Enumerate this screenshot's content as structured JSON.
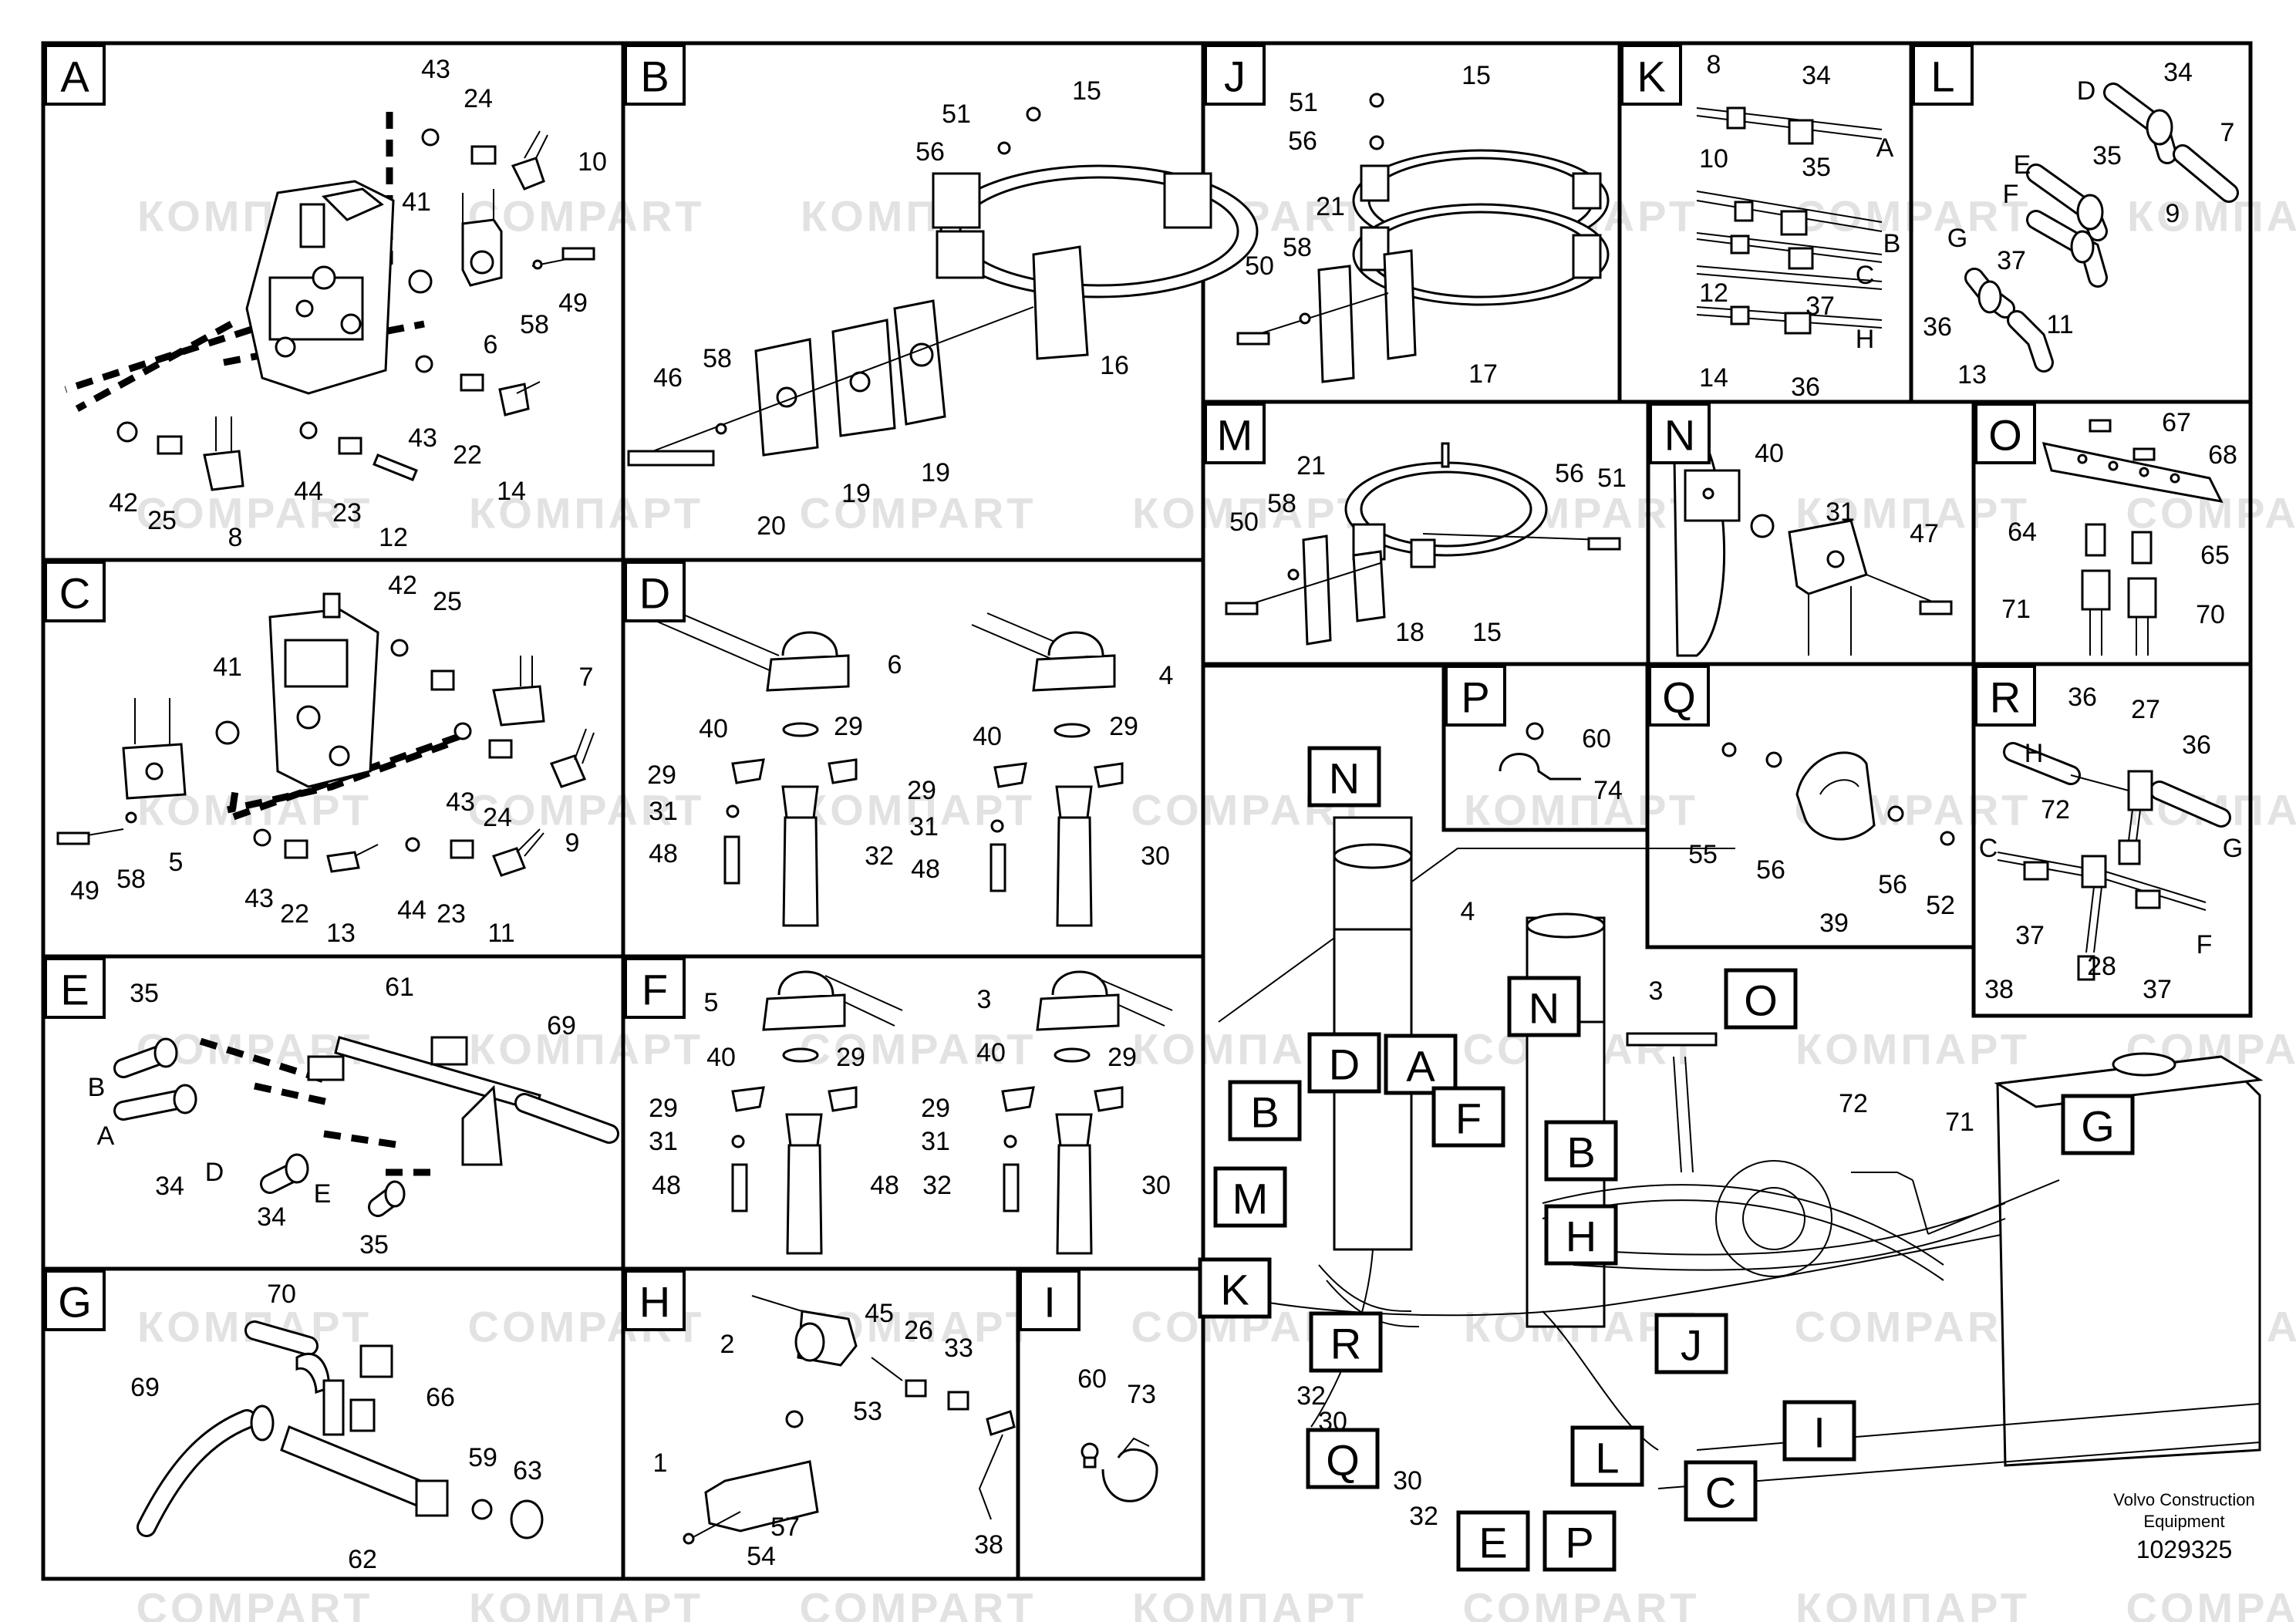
{
  "footer": {
    "maker_line1": "Volvo Construction",
    "maker_line2": "Equipment",
    "part_number": "1029325"
  },
  "watermarks": [
    "COMPART",
    "КОМПАРТ"
  ],
  "panels": [
    {
      "id": "A",
      "callouts": [
        "43",
        "24",
        "10",
        "41",
        "6",
        "58",
        "49",
        "43",
        "22",
        "14",
        "42",
        "25",
        "8",
        "44",
        "23",
        "12"
      ]
    },
    {
      "id": "B",
      "callouts": [
        "51",
        "15",
        "56",
        "46",
        "58",
        "16",
        "20",
        "19",
        "19"
      ]
    },
    {
      "id": "C",
      "callouts": [
        "42",
        "25",
        "41",
        "7",
        "43",
        "24",
        "49",
        "58",
        "5",
        "43",
        "22",
        "13",
        "44",
        "23",
        "11",
        "9"
      ]
    },
    {
      "id": "D",
      "callouts": [
        "6",
        "4",
        "40",
        "29",
        "40",
        "29",
        "29",
        "29",
        "31",
        "31",
        "48",
        "32",
        "48",
        "30"
      ]
    },
    {
      "id": "E",
      "callouts": [
        "35",
        "61",
        "69",
        "B",
        "A",
        "34",
        "D",
        "34",
        "E",
        "35"
      ]
    },
    {
      "id": "F",
      "callouts": [
        "5",
        "3",
        "40",
        "29",
        "40",
        "29",
        "29",
        "29",
        "31",
        "31",
        "48",
        "32",
        "48",
        "30"
      ]
    },
    {
      "id": "G",
      "callouts": [
        "70",
        "69",
        "66",
        "59",
        "63",
        "62"
      ]
    },
    {
      "id": "H",
      "callouts": [
        "45",
        "2",
        "26",
        "33",
        "53",
        "1",
        "57",
        "54",
        "38"
      ]
    },
    {
      "id": "I",
      "callouts": [
        "60",
        "73"
      ]
    },
    {
      "id": "J",
      "callouts": [
        "51",
        "15",
        "56",
        "21",
        "50",
        "58",
        "17"
      ]
    },
    {
      "id": "K",
      "callouts": [
        "8",
        "34",
        "A",
        "10",
        "35",
        "B",
        "C",
        "12",
        "37",
        "14",
        "36",
        "H"
      ]
    },
    {
      "id": "L",
      "callouts": [
        "D",
        "34",
        "7",
        "E",
        "35",
        "F",
        "9",
        "G",
        "37",
        "36",
        "11",
        "13"
      ]
    },
    {
      "id": "M",
      "callouts": [
        "21",
        "56",
        "51",
        "50",
        "58",
        "18",
        "15"
      ]
    },
    {
      "id": "N",
      "callouts": [
        "40",
        "31",
        "47"
      ]
    },
    {
      "id": "O",
      "callouts": [
        "67",
        "68",
        "64",
        "65",
        "71",
        "70"
      ]
    },
    {
      "id": "P",
      "callouts": [
        "60",
        "74"
      ]
    },
    {
      "id": "Q",
      "callouts": [
        "55",
        "56",
        "56",
        "52",
        "39"
      ]
    },
    {
      "id": "R",
      "callouts": [
        "36",
        "27",
        "H",
        "36",
        "72",
        "G",
        "C",
        "37",
        "28",
        "F",
        "38",
        "37"
      ]
    }
  ],
  "overview": {
    "callouts": [
      "4",
      "3",
      "72",
      "71",
      "32",
      "30",
      "30",
      "32"
    ],
    "badges": [
      "N",
      "N",
      "O",
      "D",
      "A",
      "B",
      "F",
      "B",
      "G",
      "M",
      "H",
      "K",
      "R",
      "J",
      "I",
      "Q",
      "L",
      "C",
      "E",
      "P"
    ]
  }
}
